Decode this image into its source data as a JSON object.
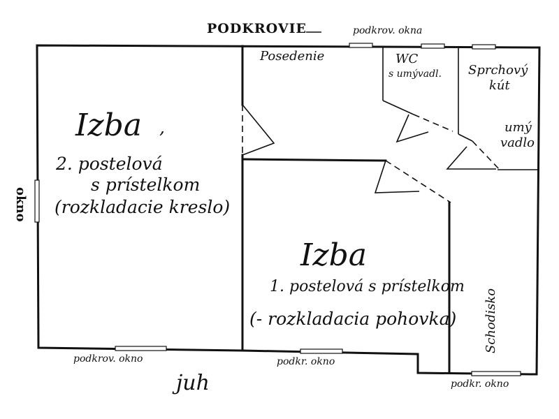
{
  "plan": {
    "heading": "PODKROVIE",
    "orientation": "juh",
    "rooms": {
      "room2": {
        "name": "Izba",
        "comma": ",",
        "line1": "2. postelová",
        "line2": "s prístelkom",
        "line3": "(rozkladacie kreslo)"
      },
      "room1": {
        "name": "Izba",
        "line1": "1. postelová s prístelkom",
        "line2": "(- rozkladacia pohovka)"
      },
      "sitting": "Posedenie",
      "wc": {
        "line1": "WC",
        "line2": "s umývadl."
      },
      "shower": {
        "line1": "Sprchový",
        "line2": "kút"
      },
      "washbasin": {
        "line1": "umý",
        "line2": "vadlo"
      },
      "stairs": "Schodisko"
    },
    "windows": {
      "top": "podkrov. okna",
      "left": "okno",
      "bottom_left": "podkrov. okno",
      "bottom_mid": "podkr. okno",
      "bottom_right": "podkr. okno"
    }
  }
}
